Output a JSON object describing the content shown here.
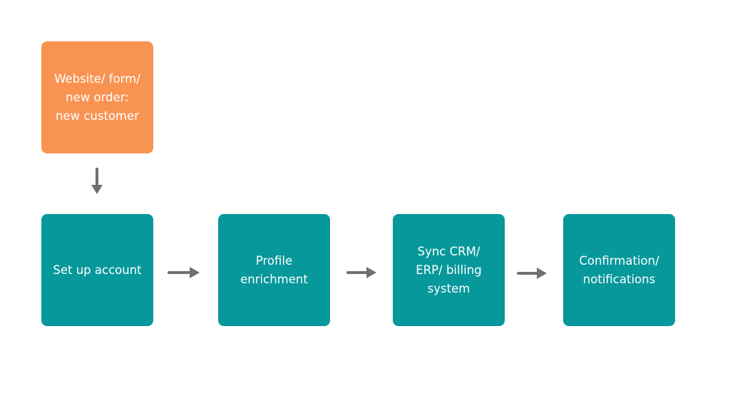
{
  "diagram": {
    "colors": {
      "start_node": "#f99352",
      "step_node": "#07989b",
      "arrow": "#707070",
      "text": "#ffffff",
      "background": "#ffffff"
    },
    "nodes": [
      {
        "id": "start",
        "label": "Website/ form/\nnew order:\n new customer"
      },
      {
        "id": "setup",
        "label": "Set up account"
      },
      {
        "id": "profile",
        "label": "Profile\nenrichment"
      },
      {
        "id": "sync",
        "label": "Sync CRM/\nERP/ billing\nsystem"
      },
      {
        "id": "confirm",
        "label": "Confirmation/\nnotifications"
      }
    ],
    "edges": [
      {
        "from": "start",
        "to": "setup"
      },
      {
        "from": "setup",
        "to": "profile"
      },
      {
        "from": "profile",
        "to": "sync"
      },
      {
        "from": "sync",
        "to": "confirm"
      }
    ]
  }
}
